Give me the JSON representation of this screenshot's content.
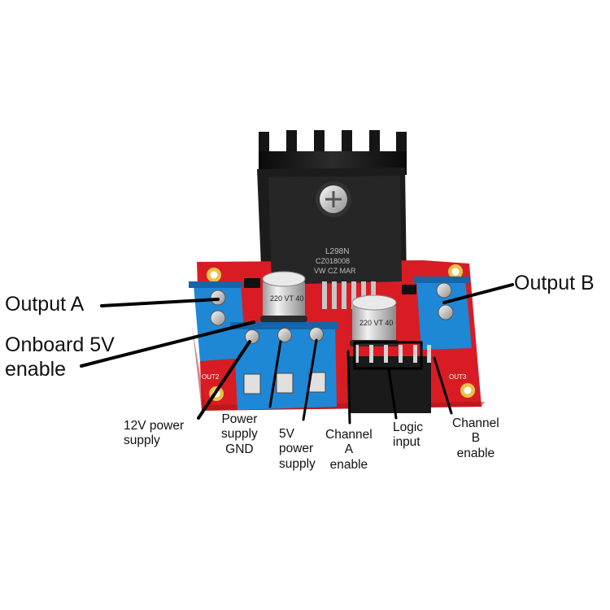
{
  "chip": {
    "line1": "L298N",
    "line2": "CZ018008",
    "line3": "VW CZ MAR"
  },
  "capacitors": {
    "left_text": "220 VT 40",
    "right_text": "220 VT 40"
  },
  "silkscreen": {
    "out_left": "OUT2",
    "out_right": "OUT3"
  },
  "labels": {
    "output_a": "Output A",
    "output_b": "Output B",
    "onboard_5v_line1": "Onboard 5V",
    "onboard_5v_line2": "enable",
    "power_12v_line1": "12V power",
    "power_12v_line2": "supply",
    "gnd_line1": "Power",
    "gnd_line2": "supply",
    "gnd_line3": "GND",
    "v5_line1": "5V",
    "v5_line2": "power",
    "v5_line3": "supply",
    "ch_a_line1": "Channel",
    "ch_a_line2": "A",
    "ch_a_line3": "enable",
    "logic_line1": "Logic",
    "logic_line2": "input",
    "ch_b_line1": "Channel",
    "ch_b_line2": "B",
    "ch_b_line3": "enable"
  },
  "colors": {
    "pcb": "#d91c24",
    "terminal": "#1e88d6",
    "heatsink": "#141414",
    "chip": "#262626",
    "pin": "#c7c7c7",
    "arrow": "#000000"
  }
}
